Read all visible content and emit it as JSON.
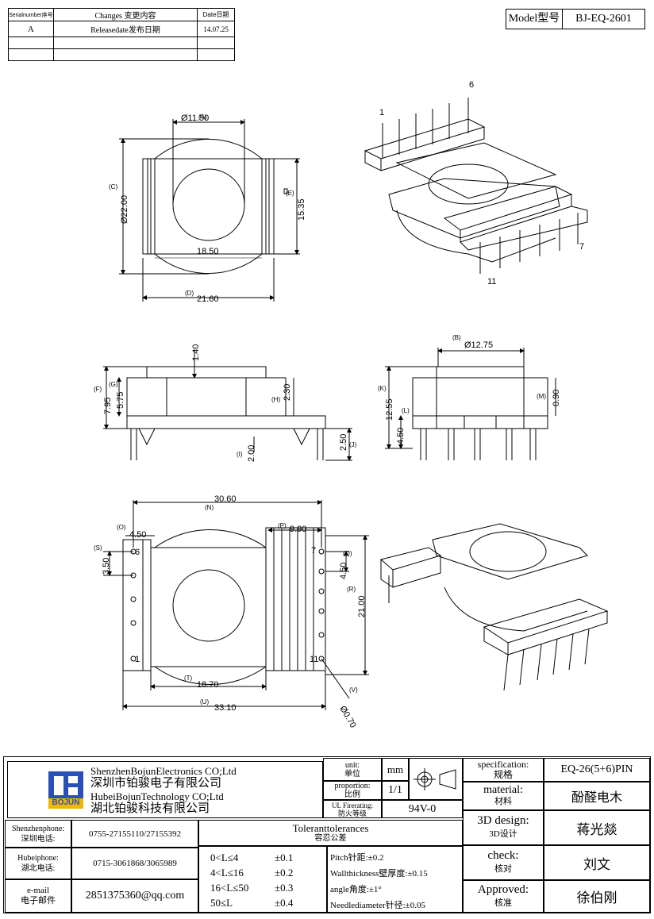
{
  "revision_table": {
    "headers": [
      "Serialnumber序号",
      "Changes 变更内容",
      "Date日期"
    ],
    "rows": [
      [
        "A",
        "Releasedate发布日期",
        "14.07.25"
      ],
      [
        "",
        "",
        ""
      ],
      [
        "",
        "",
        ""
      ]
    ]
  },
  "model": {
    "label": "Model型号",
    "value": "BJ-EQ-2601"
  },
  "top_view": {
    "dims": [
      "(A)",
      "Ø11.50",
      "(C)",
      "Ø22.00",
      "(E)",
      "15.35",
      "18.50",
      "(D)",
      "21.60"
    ],
    "pins": [
      "1",
      "6",
      "7",
      "11"
    ]
  },
  "side_view_left": {
    "dims": [
      "1.40",
      "(F)",
      "(G)",
      "7.95",
      "5.75",
      "(H)",
      "2.30",
      "(I)",
      "2.00",
      "2.50",
      "(J)"
    ]
  },
  "side_view_right": {
    "dims": [
      "(B)",
      "Ø12.75",
      "(K)",
      "12.55",
      "(L)",
      "4.50",
      "(M)",
      "0.90"
    ]
  },
  "bottom_view": {
    "dims": [
      "30.60",
      "(N)",
      "(O)",
      "4.50",
      "(P)",
      "9.90",
      "(S)",
      "3.50",
      "(Q)",
      "4.50",
      "(R)",
      "21.00",
      "(T)",
      "18.70",
      "(U)",
      "33.10",
      "(V)",
      "Ø0.70"
    ],
    "pins": [
      "6",
      "7",
      "1",
      "11"
    ]
  },
  "title_block": {
    "company_en_1": "ShenzhenBojunElectronics CO;Ltd",
    "company_cn_1": "深圳市铂骏电子有限公司",
    "company_en_2": "HubeiBojunTechnology CO;Ltd",
    "company_cn_2": "湖北铂骏科技有限公司",
    "logo_text": "BOJUN",
    "unit_label_en": "unit:",
    "unit_label_cn": "单位",
    "unit_value": "mm",
    "proportion_label_en": "proportion:",
    "proportion_label_cn": "比例",
    "proportion_value": "1/1",
    "ul_label_en": "UL Firerating:",
    "ul_label_cn": "防火等级",
    "ul_value": "94V-0",
    "spec_label_en": "specification:",
    "spec_label_cn": "规格",
    "spec_value": "EQ-26(5+6)PIN",
    "material_label_en": "material:",
    "material_label_cn": "材料",
    "material_value": "酚醛电木",
    "design_label_en": "3D design:",
    "design_label_cn": "3D设计",
    "design_value": "蒋光燚",
    "check_label_en": "check:",
    "check_label_cn": "核对",
    "check_value": "刘文",
    "approved_label_en": "Approved:",
    "approved_label_cn": "核准",
    "approved_value": "徐伯刚",
    "sz_phone_label_en": "Shenzhenphone:",
    "sz_phone_label_cn": "深圳电话:",
    "sz_phone_value": "0755-27155110/27155392",
    "hb_phone_label_en": "Hubeiphone:",
    "hb_phone_label_cn": "湖北电话:",
    "hb_phone_value": "0715-3061868/3065989",
    "email_label_en": "e-mail",
    "email_label_cn": "电子邮件",
    "email_value": "2851375360@qq.com",
    "tol_title_en": "Toleranttolerances",
    "tol_title_cn": "容忍公差",
    "tolerances": [
      {
        "range": "0<L≤4",
        "value": "±0.1"
      },
      {
        "range": "4<L≤16",
        "value": "±0.2"
      },
      {
        "range": "16<L≤50",
        "value": "±0.3"
      },
      {
        "range": "50≤L",
        "value": "±0.4"
      }
    ],
    "notes": [
      "Pitch针距:±0.2",
      "Wallthickness壁厚度:±0.15",
      "angle角度:±1°",
      "Needlediameter针径:±0.05"
    ]
  }
}
